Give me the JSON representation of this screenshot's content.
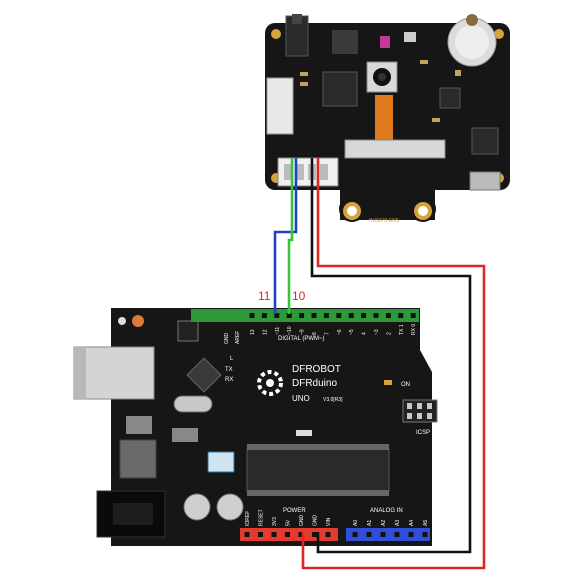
{
  "wire_labels": {
    "pin11": "11",
    "pin10": "10"
  },
  "arduino": {
    "brand": "DFROBOT",
    "model": "DFRduino",
    "variant": "UNO",
    "version": "V3.0[R3]",
    "digital_header": "DIGITAL (PWM~)",
    "power_header": "POWER",
    "analog_header": "ANALOG IN",
    "icsp_label": "ICSP",
    "on_label": "ON",
    "aref_label": "AREF",
    "gnd_label": "GND",
    "digital_pins": [
      "13",
      "12",
      "~11",
      "~10",
      "~9",
      "8",
      "7",
      "~6",
      "~5",
      "4",
      "~3",
      "2",
      "TX 1",
      "RX 0"
    ],
    "power_pins": [
      "IOREF",
      "RESET",
      "3V3",
      "5V",
      "GND",
      "GND",
      "VIN"
    ],
    "analog_pins": [
      "A0",
      "A1",
      "A2",
      "A3",
      "A4",
      "A5"
    ],
    "led_labels": [
      "L",
      "TX",
      "RX"
    ]
  },
  "huskylens": {
    "brand": "HUSKYLENS"
  },
  "colors": {
    "wire_blue": "#2140c8",
    "wire_green": "#38c43a",
    "wire_red": "#d62a22",
    "wire_black": "#111111",
    "label_red": "#d62a22",
    "board": "#161616",
    "header_green": "#2d9a3a",
    "header_red": "#e53a2e",
    "header_blue": "#2f4fd8",
    "chip_gold": "#d6a43a"
  }
}
